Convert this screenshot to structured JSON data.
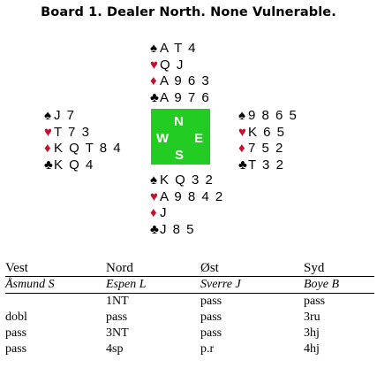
{
  "title": "Board 1. Dealer North. None Vulnerable.",
  "compass": {
    "n": "N",
    "w": "W",
    "e": "E",
    "s": "S"
  },
  "suits": {
    "spades": "♠",
    "hearts": "♥",
    "diamonds": "♦",
    "clubs": "♣"
  },
  "hands": {
    "north": {
      "spades": "A T 4",
      "hearts": "Q J",
      "diamonds": "A 9 6 3",
      "clubs": "A 9 7 6"
    },
    "west": {
      "spades": "J 7",
      "hearts": "T 7 3",
      "diamonds": "K Q T 8 4",
      "clubs": "K Q 4"
    },
    "east": {
      "spades": "9 8 6 5",
      "hearts": "K 6 5",
      "diamonds": "7 5 2",
      "clubs": "T 3 2"
    },
    "south": {
      "spades": "K Q 3 2",
      "hearts": "A 9 8 4 2",
      "diamonds": "J",
      "clubs": "J 8 5"
    }
  },
  "colors": {
    "red_suit": "#c8102e",
    "compass_bg": "#22cc22"
  },
  "bidding": {
    "headers": [
      "Vest",
      "Nord",
      "Øst",
      "Syd"
    ],
    "players": [
      "Åsmund S",
      "Espen L",
      "Sverre J",
      "Boye B"
    ],
    "rows": [
      [
        "",
        "1NT",
        "pass",
        "pass"
      ],
      [
        "dobl",
        "pass",
        "pass",
        "3ru"
      ],
      [
        "pass",
        "3NT",
        "pass",
        "3hj"
      ],
      [
        "pass",
        "4sp",
        "p.r",
        "4hj"
      ]
    ]
  }
}
